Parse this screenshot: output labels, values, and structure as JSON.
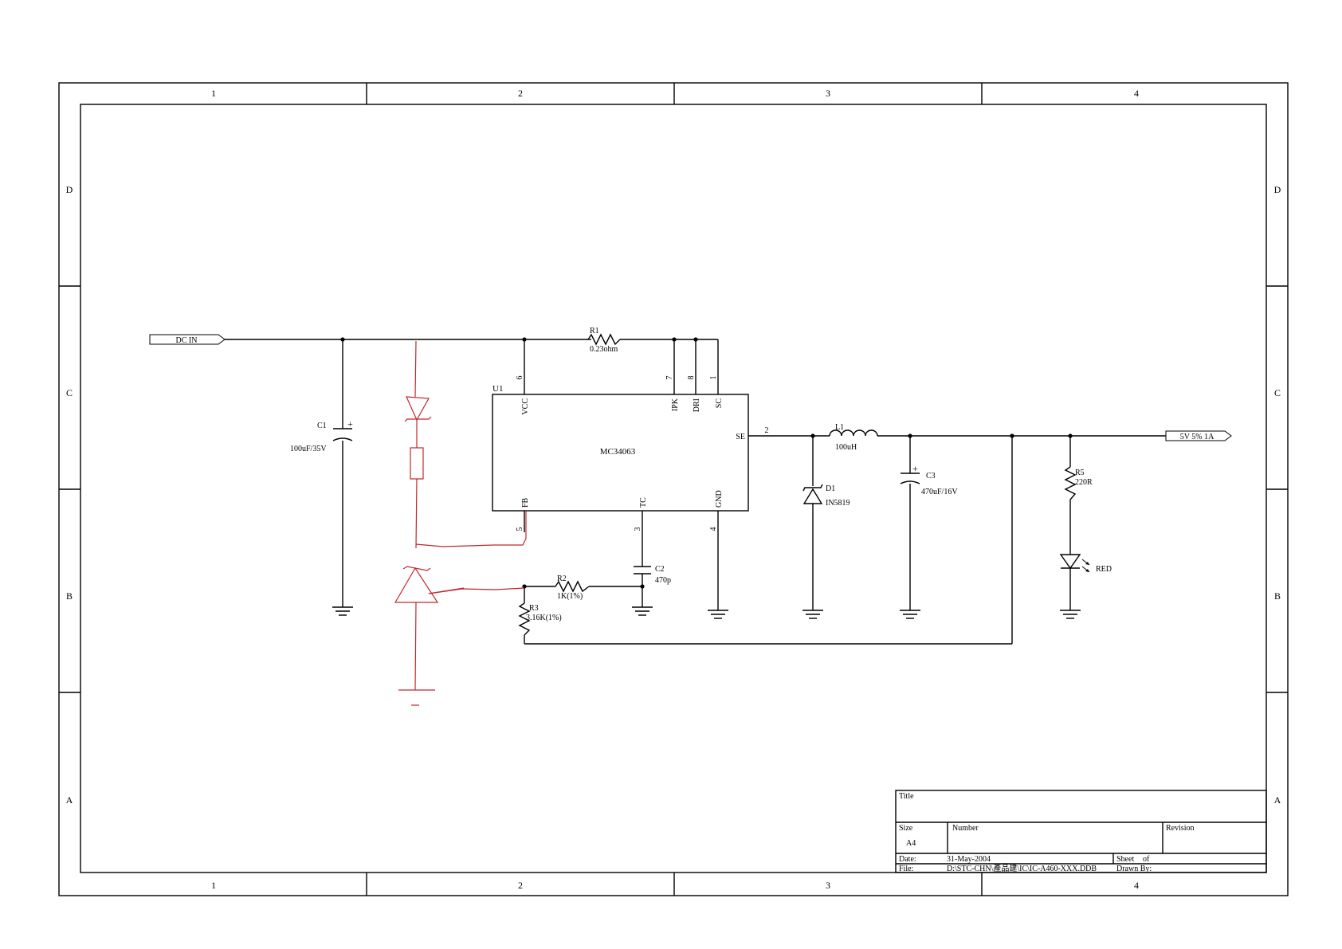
{
  "frame": {
    "columns": [
      "1",
      "2",
      "3",
      "4"
    ],
    "rows": [
      "D",
      "C",
      "B",
      "A"
    ]
  },
  "ports": {
    "input": "DC IN",
    "output": "5V 5% 1A"
  },
  "ic": {
    "ref": "U1",
    "part": "MC34063",
    "pins": {
      "vcc": {
        "name": "VCC",
        "num": "6"
      },
      "ipk": {
        "name": "IPK",
        "num": "7"
      },
      "dri": {
        "name": "DRI",
        "num": "8"
      },
      "sc": {
        "name": "SC",
        "num": "1"
      },
      "se": {
        "name": "SE",
        "num": "2"
      },
      "fb": {
        "name": "FB",
        "num": "5"
      },
      "tc": {
        "name": "TC",
        "num": "3"
      },
      "gnd": {
        "name": "GND",
        "num": "4"
      }
    }
  },
  "components": {
    "r1": {
      "ref": "R1",
      "value": "0.23ohm"
    },
    "c1": {
      "ref": "C1",
      "value": "100uF/35V"
    },
    "c2": {
      "ref": "C2",
      "value": "470p"
    },
    "r2": {
      "ref": "R2",
      "value": "1K(1%)"
    },
    "r3": {
      "ref": "R3",
      "value": "3.16K(1%)"
    },
    "l1": {
      "ref": "L1",
      "value": "100uH"
    },
    "d1": {
      "ref": "D1",
      "value": "IN5819"
    },
    "c3": {
      "ref": "C3",
      "value": "470uF/16V"
    },
    "r5": {
      "ref": "R5",
      "value": "220R"
    },
    "led": {
      "value": "RED"
    }
  },
  "title_block": {
    "title_label": "Title",
    "size_label": "Size",
    "size_value": "A4",
    "number_label": "Number",
    "revision_label": "Revision",
    "date_label": "Date:",
    "date_value": "31-May-2004",
    "sheet_label": "Sheet",
    "of_label": "of",
    "file_label": "File:",
    "file_value": "D:\\STC-CHN\\產品建\\IC\\IC-A460-XXX.DDB",
    "drawn_label": "Drawn By:"
  },
  "colors": {
    "ink": "#000000",
    "markup": "#c0282c",
    "paper": "#ffffff"
  }
}
